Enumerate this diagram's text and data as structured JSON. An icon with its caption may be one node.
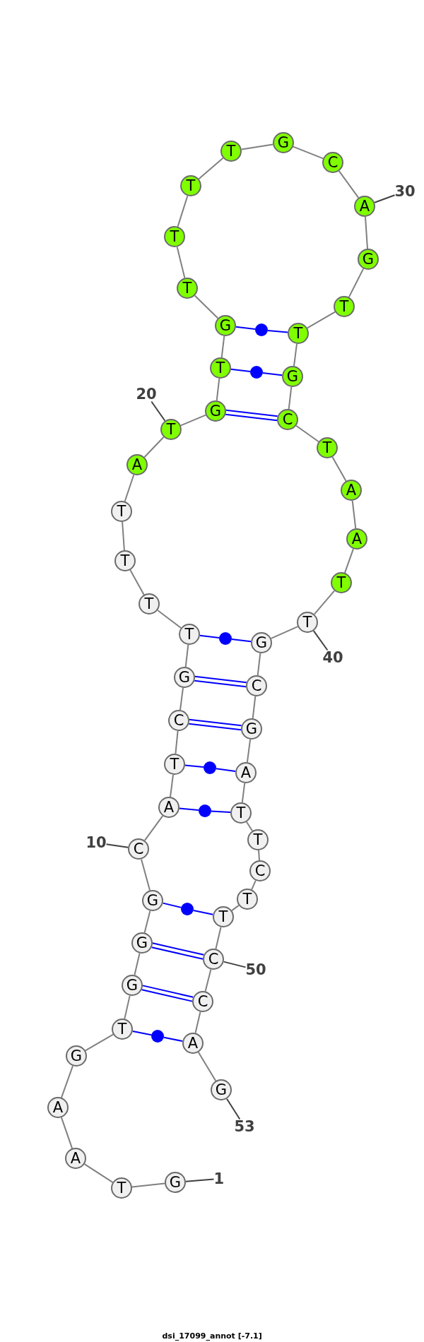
{
  "diagram": {
    "caption": "dsi_17099_annot [-7.1]",
    "nodes": [
      {
        "text": [
          "G"
        ]
      },
      {
        "text": [
          "T"
        ]
      },
      {
        "text": [
          "A"
        ]
      },
      {
        "text": [
          "A"
        ]
      },
      {
        "text": [
          "G"
        ]
      },
      {
        "text": [
          "T"
        ]
      },
      {
        "text": [
          "G"
        ]
      },
      {
        "text": [
          "G"
        ]
      },
      {
        "text": [
          "G"
        ]
      },
      {
        "text": [
          "C"
        ]
      },
      {
        "text": [
          "A"
        ]
      },
      {
        "text": [
          "T"
        ]
      },
      {
        "text": [
          "C"
        ]
      },
      {
        "text": [
          "G"
        ]
      },
      {
        "text": [
          "T"
        ]
      },
      {
        "text": [
          "T"
        ]
      },
      {
        "text": [
          "T"
        ]
      },
      {
        "text": [
          "T"
        ]
      },
      {
        "text": [
          "A"
        ]
      },
      {
        "text": [
          "T"
        ]
      },
      {
        "text": [
          "G"
        ]
      },
      {
        "text": [
          "T"
        ]
      },
      {
        "text": [
          "G"
        ]
      },
      {
        "text": [
          "T"
        ]
      },
      {
        "text": [
          "T"
        ]
      },
      {
        "text": [
          "T"
        ]
      },
      {
        "text": [
          "T"
        ]
      },
      {
        "text": [
          "G"
        ]
      },
      {
        "text": [
          "C"
        ]
      },
      {
        "text": [
          "A"
        ]
      },
      {
        "text": [
          "G"
        ]
      },
      {
        "text": [
          "T"
        ]
      },
      {
        "text": [
          "T"
        ]
      },
      {
        "text": [
          "G"
        ]
      },
      {
        "text": [
          "C"
        ]
      },
      {
        "text": [
          "T"
        ]
      },
      {
        "text": [
          "A"
        ]
      },
      {
        "text": [
          "A"
        ]
      },
      {
        "text": [
          "T"
        ]
      },
      {
        "text": [
          "T"
        ]
      },
      {
        "text": [
          "G"
        ]
      },
      {
        "text": [
          "C"
        ]
      },
      {
        "text": [
          "G"
        ]
      },
      {
        "text": [
          "A"
        ]
      },
      {
        "text": [
          "T"
        ]
      },
      {
        "text": [
          "T"
        ]
      },
      {
        "text": [
          "C"
        ]
      },
      {
        "text": [
          "T"
        ]
      },
      {
        "text": [
          "T"
        ]
      },
      {
        "text": [
          "C"
        ]
      },
      {
        "text": [
          "C"
        ]
      },
      {
        "text": [
          "A"
        ]
      },
      {
        "text": [
          "G"
        ]
      },
      {
        "text": [
          "1"
        ]
      },
      {
        "text": [
          "10"
        ]
      },
      {
        "text": [
          "20"
        ]
      },
      {
        "text": [
          "30"
        ]
      },
      {
        "text": [
          "40"
        ]
      },
      {
        "text": [
          "50"
        ]
      },
      {
        "text": [
          "53"
        ]
      },
      {
        "text": [],
        "shape": "circle"
      },
      {
        "text": [],
        "shape": "circle"
      },
      {
        "text": [],
        "shape": "circle"
      },
      {
        "text": [],
        "shape": "circle"
      },
      {
        "text": [],
        "shape": "circle"
      },
      {
        "text": [],
        "shape": "circle"
      },
      {
        "text": [],
        "shape": "circle"
      }
    ],
    "edges": [
      {
        "from": 0,
        "to": 1,
        "arrow": "none"
      },
      {
        "from": 1,
        "to": 2,
        "arrow": "none"
      },
      {
        "from": 2,
        "to": 3,
        "arrow": "none"
      },
      {
        "from": 3,
        "to": 4,
        "arrow": "none"
      },
      {
        "from": 4,
        "to": 5,
        "arrow": "none"
      },
      {
        "from": 5,
        "to": 6,
        "arrow": "none"
      },
      {
        "from": 6,
        "to": 7,
        "arrow": "none"
      },
      {
        "from": 7,
        "to": 8,
        "arrow": "none"
      },
      {
        "from": 8,
        "to": 9,
        "arrow": "none"
      },
      {
        "from": 9,
        "to": 10,
        "arrow": "none"
      },
      {
        "from": 10,
        "to": 11,
        "arrow": "none"
      },
      {
        "from": 11,
        "to": 12,
        "arrow": "none"
      },
      {
        "from": 12,
        "to": 13,
        "arrow": "none"
      },
      {
        "from": 13,
        "to": 14,
        "arrow": "none"
      },
      {
        "from": 14,
        "to": 15,
        "arrow": "none"
      },
      {
        "from": 15,
        "to": 16,
        "arrow": "none"
      },
      {
        "from": 16,
        "to": 17,
        "arrow": "none"
      },
      {
        "from": 17,
        "to": 18,
        "arrow": "none"
      },
      {
        "from": 18,
        "to": 19,
        "arrow": "none"
      },
      {
        "from": 19,
        "to": 20,
        "arrow": "none"
      },
      {
        "from": 20,
        "to": 21,
        "arrow": "none"
      },
      {
        "from": 21,
        "to": 22,
        "arrow": "none"
      },
      {
        "from": 22,
        "to": 23,
        "arrow": "none"
      },
      {
        "from": 23,
        "to": 24,
        "arrow": "none"
      },
      {
        "from": 24,
        "to": 25,
        "arrow": "none"
      },
      {
        "from": 25,
        "to": 26,
        "arrow": "none"
      },
      {
        "from": 26,
        "to": 27,
        "arrow": "none"
      },
      {
        "from": 27,
        "to": 28,
        "arrow": "none"
      },
      {
        "from": 28,
        "to": 29,
        "arrow": "none"
      },
      {
        "from": 29,
        "to": 30,
        "arrow": "none"
      },
      {
        "from": 30,
        "to": 31,
        "arrow": "none"
      },
      {
        "from": 31,
        "to": 32,
        "arrow": "none"
      },
      {
        "from": 32,
        "to": 33,
        "arrow": "none"
      },
      {
        "from": 33,
        "to": 34,
        "arrow": "none"
      },
      {
        "from": 34,
        "to": 35,
        "arrow": "none"
      },
      {
        "from": 35,
        "to": 36,
        "arrow": "none"
      },
      {
        "from": 36,
        "to": 37,
        "arrow": "none"
      },
      {
        "from": 37,
        "to": 38,
        "arrow": "none"
      },
      {
        "from": 38,
        "to": 39,
        "arrow": "none"
      },
      {
        "from": 39,
        "to": 40,
        "arrow": "none"
      },
      {
        "from": 40,
        "to": 41,
        "arrow": "none"
      },
      {
        "from": 41,
        "to": 42,
        "arrow": "none"
      },
      {
        "from": 42,
        "to": 43,
        "arrow": "none"
      },
      {
        "from": 43,
        "to": 44,
        "arrow": "none"
      },
      {
        "from": 44,
        "to": 45,
        "arrow": "none"
      },
      {
        "from": 45,
        "to": 46,
        "arrow": "none"
      },
      {
        "from": 46,
        "to": 47,
        "arrow": "none"
      },
      {
        "from": 47,
        "to": 48,
        "arrow": "none"
      },
      {
        "from": 48,
        "to": 49,
        "arrow": "none"
      },
      {
        "from": 49,
        "to": 50,
        "arrow": "none"
      },
      {
        "from": 50,
        "to": 51,
        "arrow": "none"
      },
      {
        "from": 51,
        "to": 52,
        "arrow": "none"
      },
      {
        "from": 5,
        "to": 66,
        "arrow": "none",
        "color": "#0000ff"
      },
      {
        "from": 66,
        "to": 51,
        "arrow": "none",
        "color": "#0000ff"
      },
      {
        "from": 6,
        "to": 50,
        "arrow": "none",
        "color": "#0000ff"
      },
      {
        "from": 6,
        "to": 50,
        "arrow": "none",
        "color": "#0000ff"
      },
      {
        "from": 7,
        "to": 49,
        "arrow": "none",
        "color": "#0000ff"
      },
      {
        "from": 7,
        "to": 49,
        "arrow": "none",
        "color": "#0000ff"
      },
      {
        "from": 8,
        "to": 65,
        "arrow": "none",
        "color": "#0000ff"
      },
      {
        "from": 65,
        "to": 48,
        "arrow": "none",
        "color": "#0000ff"
      },
      {
        "from": 10,
        "to": 64,
        "arrow": "none",
        "color": "#0000ff"
      },
      {
        "from": 64,
        "to": 44,
        "arrow": "none",
        "color": "#0000ff"
      },
      {
        "from": 11,
        "to": 63,
        "arrow": "none",
        "color": "#0000ff"
      },
      {
        "from": 63,
        "to": 43,
        "arrow": "none",
        "color": "#0000ff"
      },
      {
        "from": 12,
        "to": 42,
        "arrow": "none",
        "color": "#0000ff"
      },
      {
        "from": 12,
        "to": 42,
        "arrow": "none",
        "color": "#0000ff"
      },
      {
        "from": 13,
        "to": 41,
        "arrow": "none",
        "color": "#0000ff"
      },
      {
        "from": 13,
        "to": 41,
        "arrow": "none",
        "color": "#0000ff"
      },
      {
        "from": 14,
        "to": 62,
        "arrow": "none",
        "color": "#0000ff"
      },
      {
        "from": 62,
        "to": 40,
        "arrow": "none",
        "color": "#0000ff"
      },
      {
        "from": 20,
        "to": 34,
        "arrow": "none",
        "color": "#0000ff"
      },
      {
        "from": 20,
        "to": 34,
        "arrow": "none",
        "color": "#0000ff"
      },
      {
        "from": 21,
        "to": 61,
        "arrow": "none",
        "color": "#0000ff"
      },
      {
        "from": 61,
        "to": 33,
        "arrow": "none",
        "color": "#0000ff"
      },
      {
        "from": 22,
        "to": 60,
        "arrow": "none",
        "color": "#0000ff"
      },
      {
        "from": 60,
        "to": 32,
        "arrow": "none",
        "color": "#0000ff"
      },
      {
        "from": 53,
        "to": 0,
        "arrow": "none",
        "color": "#404040"
      },
      {
        "from": 54,
        "to": 9,
        "arrow": "none",
        "color": "#404040"
      },
      {
        "from": 55,
        "to": 19,
        "arrow": "none",
        "color": "#404040"
      },
      {
        "from": 56,
        "to": 29,
        "arrow": "none",
        "color": "#404040"
      },
      {
        "from": 57,
        "to": 39,
        "arrow": "none",
        "color": "#404040"
      },
      {
        "from": 58,
        "to": 49,
        "arrow": "none",
        "color": "#404040"
      },
      {
        "from": 59,
        "to": 52,
        "arrow": "none",
        "color": "#404040"
      }
    ]
  }
}
